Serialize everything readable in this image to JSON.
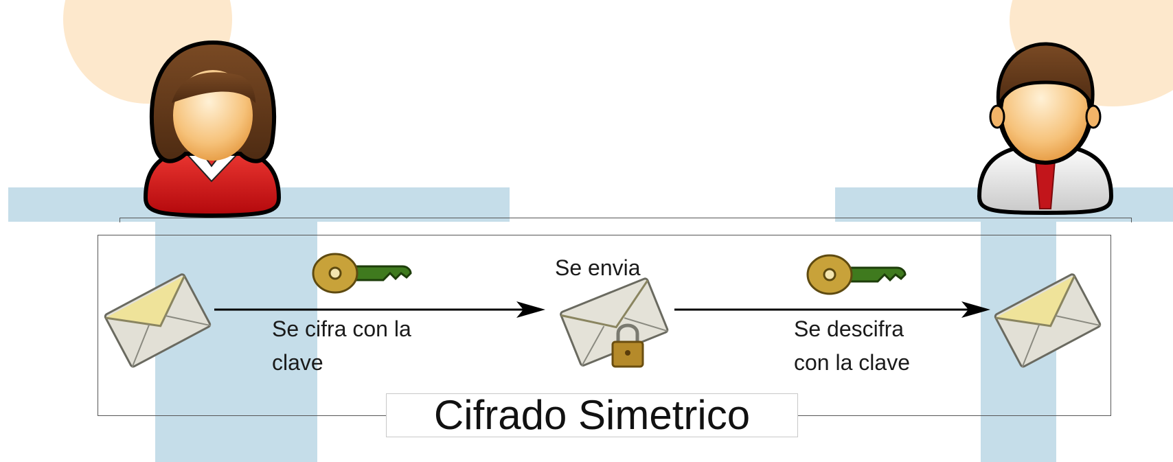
{
  "title": "Cifrado Simetrico",
  "steps": {
    "encrypt_label": "Se cifra con la\nclave",
    "send_label": "Se envia",
    "decrypt_label": "Se descifra\ncon la clave"
  },
  "icons": {
    "sender": "woman-user-icon",
    "receiver": "man-user-icon",
    "plain_message": "envelope-icon",
    "locked_message": "locked-envelope-icon",
    "key": "key-icon",
    "arrow": "arrow-right-icon"
  },
  "colors": {
    "background_circle": "#fde8cc",
    "background_band": "#c5dde9",
    "key_green": "#3f7a1e",
    "key_gold": "#c8a23a",
    "woman_shirt": "#d0181c",
    "man_tie": "#c2151b"
  }
}
